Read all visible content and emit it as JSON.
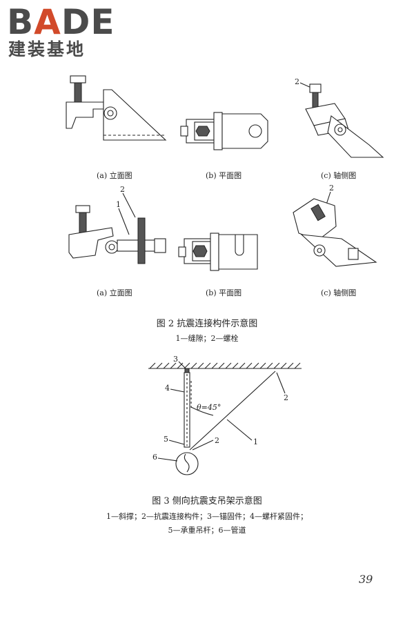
{
  "header": {
    "logo_prefix": "B",
    "logo_accent": "A",
    "logo_suffix": "DE",
    "logo_subtitle": "建装基地"
  },
  "figure2": {
    "row1": {
      "a_label": "(a)  立面图",
      "b_label": "(b)  平面图",
      "c_label": "(c)  轴侧图",
      "c_callout": "2"
    },
    "row2": {
      "a_label": "(a)  立面图",
      "b_label": "(b)  平面图",
      "c_label": "(c)  轴侧图",
      "a_callout_1": "1",
      "a_callout_2": "2",
      "c_callout": "2"
    },
    "caption": "图 2   抗震连接构件示意图",
    "legend": "1—缝隙；2—螺栓"
  },
  "figure3": {
    "callouts": {
      "n1": "1",
      "n2_brace": "2",
      "n2_joint": "2",
      "n3": "3",
      "n4": "4",
      "n5": "5",
      "n6": "6"
    },
    "angle_label": "θ=45°",
    "caption": "图 3   侧向抗震支吊架示意图",
    "legend_line1": "1—斜撑；2—抗震连接构件；3—锚固件；4—螺杆紧固件；",
    "legend_line2": "5—承重吊杆；6—管道"
  },
  "page_number": "39"
}
